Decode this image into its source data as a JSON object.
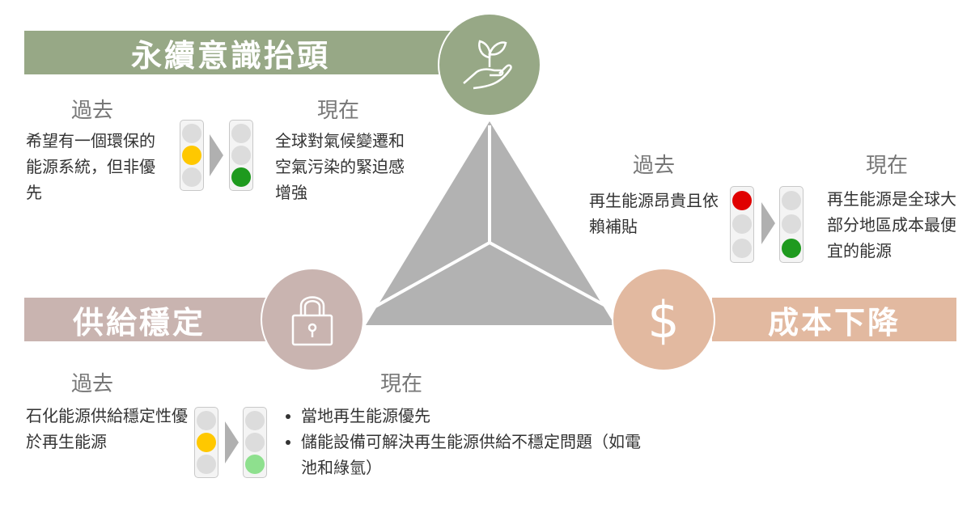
{
  "colors": {
    "green": "#97a886",
    "pink": "#c9b4b0",
    "peach": "#e2b9a0",
    "triangle": "#b2b2b2",
    "yellow": "#ffc800",
    "green_light": "#1e9a1e",
    "red": "#e00000",
    "pale_green": "#8ee08e",
    "off": "#dcdcdc"
  },
  "sustainability": {
    "title": "永續意識抬頭",
    "icon": "plant-in-hand-icon",
    "past_label": "過去",
    "past_text": "希望有一個環保的能源系統，但非優先",
    "past_light": "yellow",
    "now_label": "現在",
    "now_text": "全球對氣候變遷和空氣污染的緊迫感增強",
    "now_light": "green"
  },
  "cost": {
    "title": "成本下降",
    "icon": "dollar-icon",
    "past_label": "過去",
    "past_text": "再生能源昂貴且依賴補貼",
    "past_light": "red",
    "now_label": "現在",
    "now_text": "再生能源是全球大部分地區成本最便宜的能源",
    "now_light": "green"
  },
  "supply": {
    "title": "供給穩定",
    "icon": "lock-icon",
    "past_label": "過去",
    "past_text": "石化能源供給穩定性優於再生能源",
    "past_light": "yellow",
    "now_label": "現在",
    "now_bullets": [
      "當地再生能源優先",
      "儲能設備可解決再生能源供給不穩定問題（如電池和綠氫）"
    ],
    "now_light": "pale-green"
  }
}
